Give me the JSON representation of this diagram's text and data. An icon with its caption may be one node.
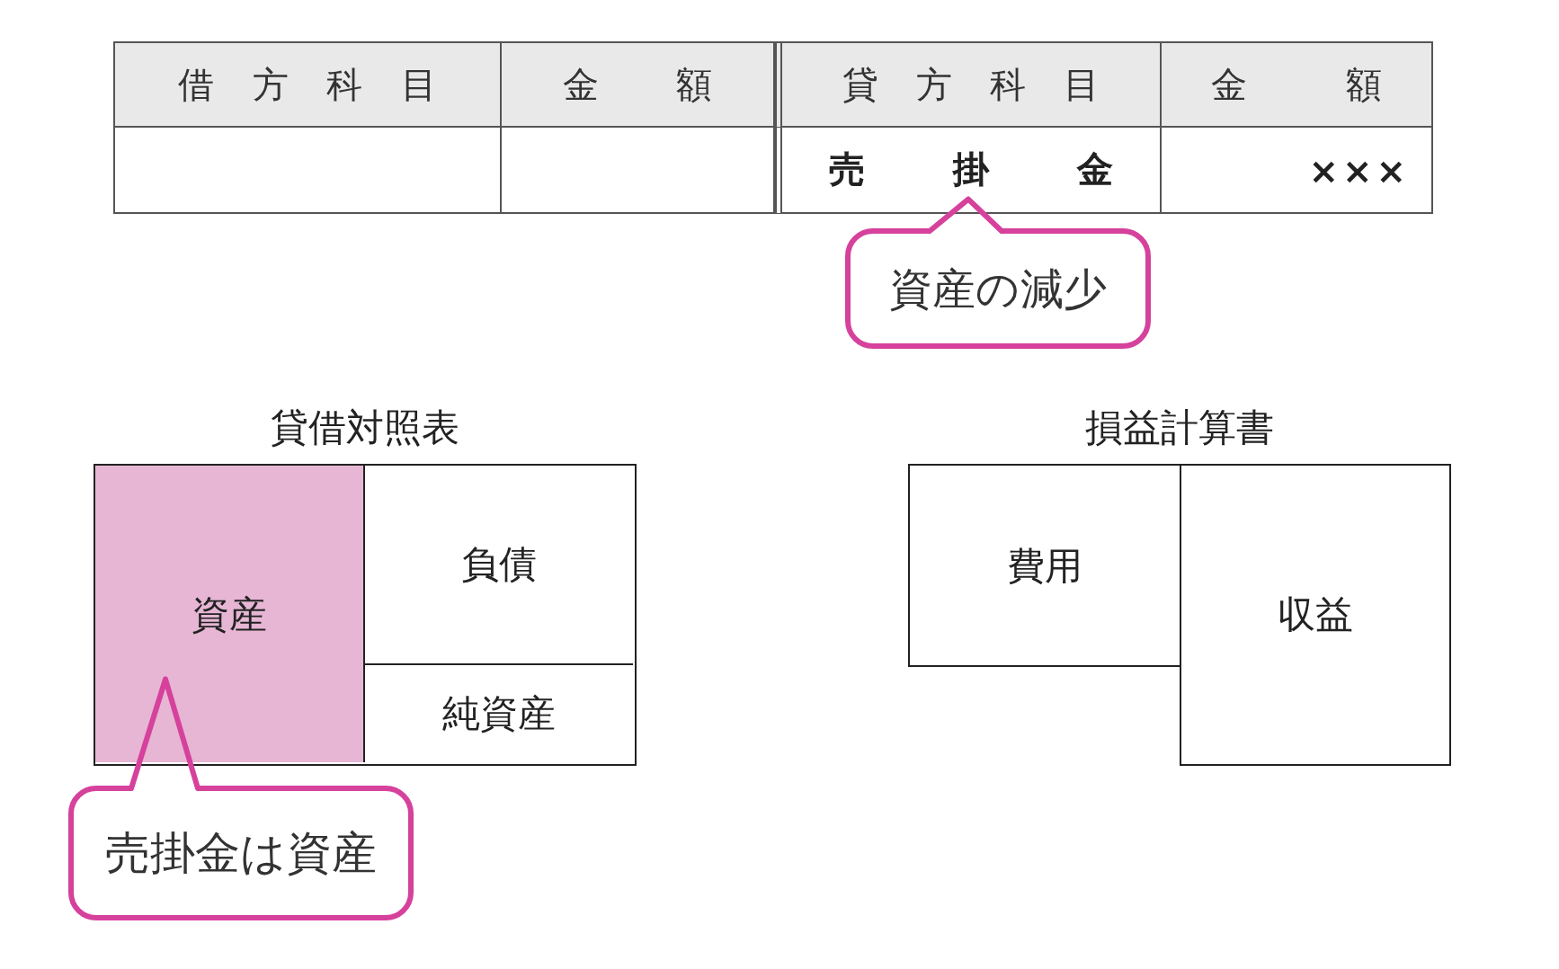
{
  "diagram": {
    "nodes": [
      {
        "text": [
          "売掛金"
        ]
      },
      {
        "text": [
          "資産の減少"
        ]
      },
      {
        "text": [
          "貸借対照表"
        ]
      },
      {
        "text": [
          "資産"
        ],
        "in": 2
      },
      {
        "text": [
          "負債"
        ],
        "in": 2
      },
      {
        "text": [
          "純資産"
        ],
        "in": 2
      },
      {
        "text": [
          "費用"
        ]
      },
      {
        "text": [
          "収益"
        ]
      },
      {
        "text": [
          "売掛金は資産"
        ]
      }
    ],
    "edges": [
      {
        "from": 1,
        "to": 0,
        "arrow": "none"
      },
      {
        "from": 8,
        "to": 3,
        "arrow": "none"
      }
    ],
    "labels": [
      "借方科目",
      "金額",
      "貸方科目",
      "金額",
      "×××",
      "損益計算書"
    ]
  }
}
